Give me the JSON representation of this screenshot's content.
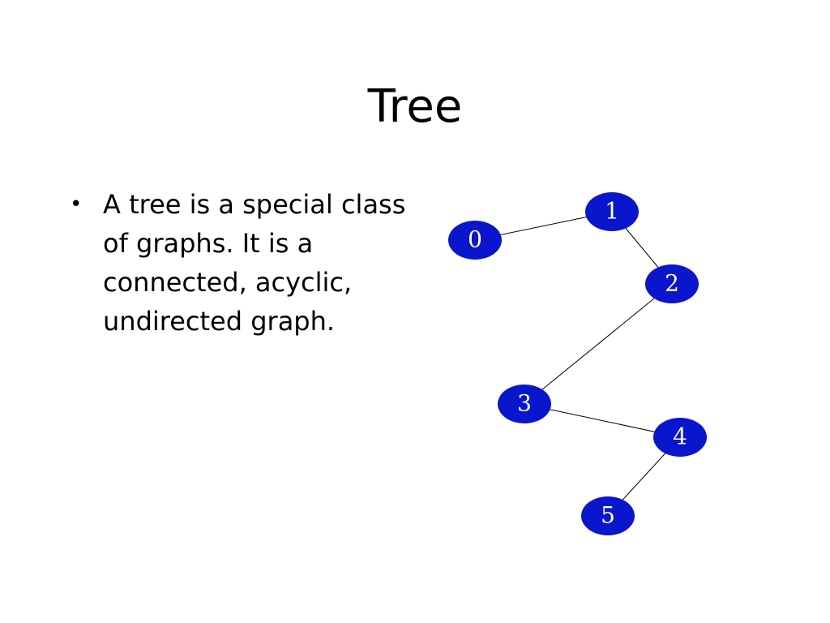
{
  "slide": {
    "title": "Tree",
    "bullets": [
      "A tree is a special class of graphs. It is a connected, acyclic, undirected graph."
    ]
  },
  "tree": {
    "node_color": "#0a16cc",
    "edge_color": "#000000",
    "label_color": "#ffffff",
    "nodes": [
      {
        "id": "0",
        "label": "0"
      },
      {
        "id": "1",
        "label": "1"
      },
      {
        "id": "2",
        "label": "2"
      },
      {
        "id": "3",
        "label": "3"
      },
      {
        "id": "4",
        "label": "4"
      },
      {
        "id": "5",
        "label": "5"
      }
    ],
    "edges": [
      {
        "from": "0",
        "to": "1"
      },
      {
        "from": "1",
        "to": "2"
      },
      {
        "from": "2",
        "to": "3"
      },
      {
        "from": "3",
        "to": "4"
      },
      {
        "from": "4",
        "to": "5"
      }
    ]
  }
}
